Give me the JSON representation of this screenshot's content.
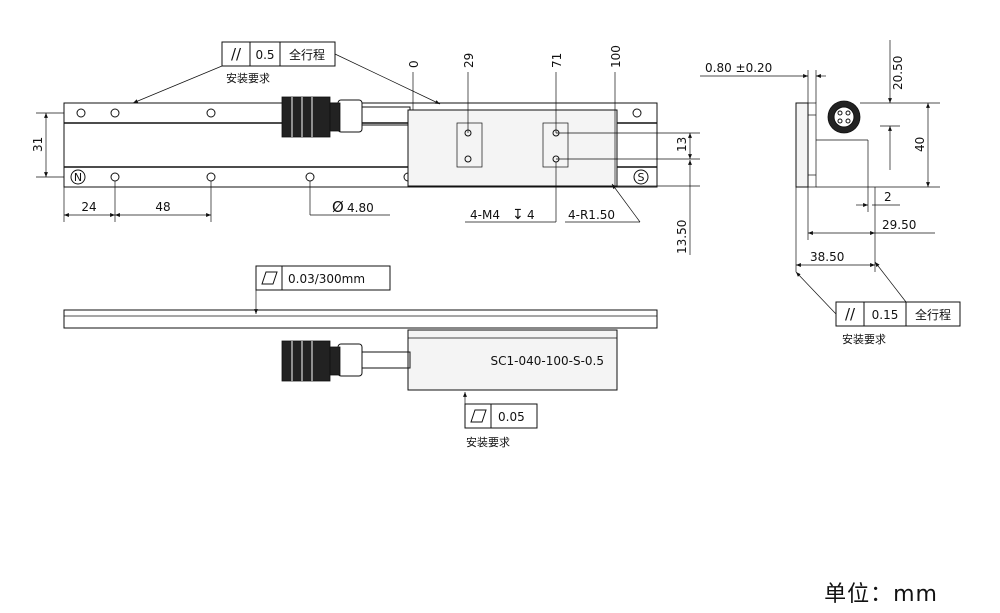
{
  "units": "单位：mm",
  "install_req": "安装要求",
  "top_view": {
    "parallel_top": {
      "symbol": "//",
      "value": "0.5",
      "note": "全行程"
    },
    "dim_31": "31",
    "dim_24": "24",
    "dim_48": "48",
    "hole_dia": "4.80",
    "marker_n": "N",
    "marker_s": "S",
    "scale_0": "0",
    "scale_29": "29",
    "scale_71": "71",
    "scale_100": "100",
    "dim_13": "13",
    "dim_13_50": "13.50",
    "thread": "4-M4",
    "depth": "4",
    "radius": "4-R1.50"
  },
  "side_view": {
    "dim_0_80": "0.80 ±0.20",
    "dim_20_50": "20.50",
    "dim_40": "40",
    "dim_2": "2",
    "dim_29_50": "29.50",
    "dim_38_50": "38.50",
    "parallel": {
      "symbol": "//",
      "value": "0.15",
      "note": "全行程"
    }
  },
  "front_view": {
    "flatness_rail": "0.03/300mm",
    "model": "SC1-040-100-S-0.5",
    "flatness_slider": "0.05"
  }
}
